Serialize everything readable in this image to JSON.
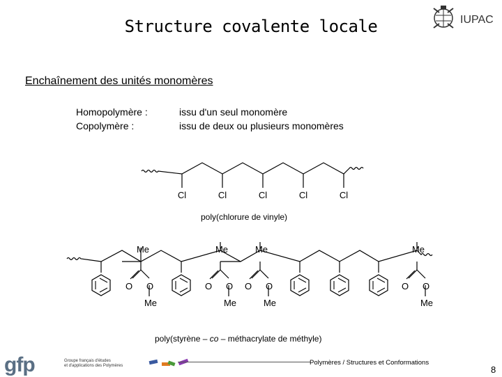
{
  "header": {
    "title": "Structure covalente locale",
    "org": "IUPAC"
  },
  "section": {
    "heading": "Enchaînement des unités monomères",
    "definitions": [
      {
        "term": "Homopolymère :",
        "desc": "issu d'un seul monomère"
      },
      {
        "term": "Copolymère :",
        "desc": "issu de deux ou plusieurs monomères"
      }
    ]
  },
  "pvc": {
    "substituent": "Cl",
    "caption": "poly(chlorure de vinyle)"
  },
  "copolymer": {
    "me": "Me",
    "o": "O",
    "caption_before": "poly(styrène – ",
    "caption_italic": "co",
    "caption_after": " – méthacrylate de méthyle)"
  },
  "footer": {
    "logo": "gfp",
    "org_line1": "Groupe français d'études",
    "org_line2": "et d'applications des Polymères",
    "subtitle": "Polymères / Structures et Conformations",
    "page": "8",
    "colors": {
      "blue": "#3a5aa0",
      "orange": "#e07a20",
      "green": "#4a9a3a",
      "purple": "#8a3ab0"
    }
  }
}
